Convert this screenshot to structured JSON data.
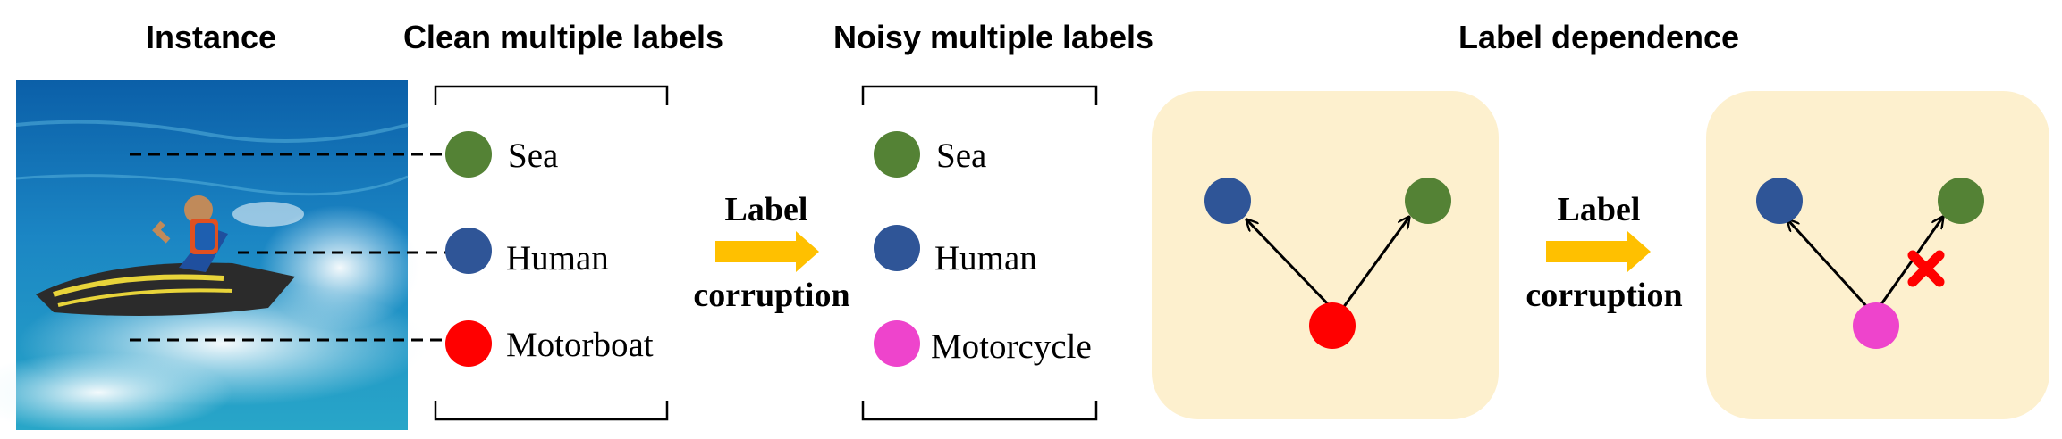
{
  "headers": {
    "instance": "Instance",
    "clean": "Clean multiple labels",
    "noisy": "Noisy multiple labels",
    "dependence": "Label dependence"
  },
  "clean_labels": [
    "Sea",
    "Human",
    "Motorboat"
  ],
  "noisy_labels": [
    "Sea",
    "Human",
    "Motorcycle"
  ],
  "corruption_text": {
    "line1": "Label",
    "line2": "corruption"
  },
  "colors": {
    "sea": "#548235",
    "human": "#2F5597",
    "motorboat": "#FF0000",
    "motorcycle": "#EE44CC",
    "arrow": "#FFC000",
    "panel": "#FDF0CE",
    "cross": "#FF0000"
  }
}
